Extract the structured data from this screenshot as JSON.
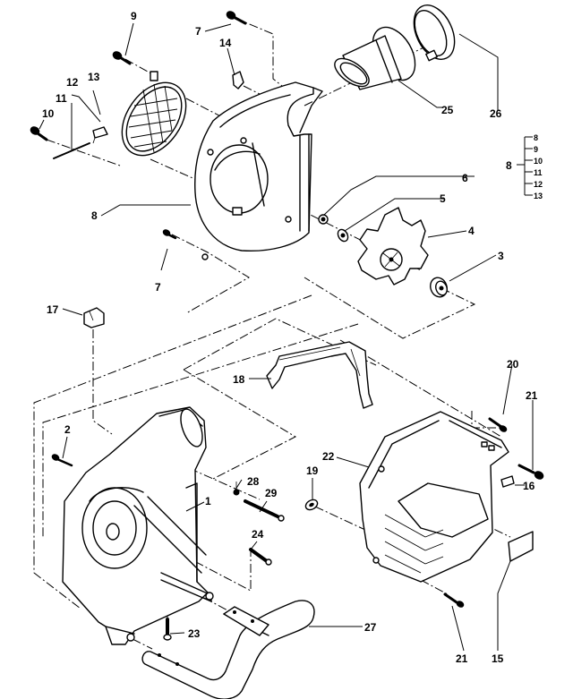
{
  "diagram": {
    "type": "exploded-parts-diagram",
    "title": "",
    "parts": [
      {
        "ref": "1",
        "label": "1"
      },
      {
        "ref": "2",
        "label": "2"
      },
      {
        "ref": "3",
        "label": "3"
      },
      {
        "ref": "4",
        "label": "4"
      },
      {
        "ref": "5",
        "label": "5"
      },
      {
        "ref": "6",
        "label": "6"
      },
      {
        "ref": "7a",
        "label": "7"
      },
      {
        "ref": "7b",
        "label": "7"
      },
      {
        "ref": "8",
        "label": "8"
      },
      {
        "ref": "9",
        "label": "9"
      },
      {
        "ref": "10",
        "label": "10"
      },
      {
        "ref": "11",
        "label": "11"
      },
      {
        "ref": "12",
        "label": "12"
      },
      {
        "ref": "13",
        "label": "13"
      },
      {
        "ref": "14",
        "label": "14"
      },
      {
        "ref": "15",
        "label": "15"
      },
      {
        "ref": "16",
        "label": "16"
      },
      {
        "ref": "17",
        "label": "17"
      },
      {
        "ref": "18",
        "label": "18"
      },
      {
        "ref": "19",
        "label": "19"
      },
      {
        "ref": "20",
        "label": "20"
      },
      {
        "ref": "21a",
        "label": "21"
      },
      {
        "ref": "21b",
        "label": "21"
      },
      {
        "ref": "22",
        "label": "22"
      },
      {
        "ref": "23",
        "label": "23"
      },
      {
        "ref": "24",
        "label": "24"
      },
      {
        "ref": "25",
        "label": "25"
      },
      {
        "ref": "26",
        "label": "26"
      },
      {
        "ref": "27",
        "label": "27"
      },
      {
        "ref": "28",
        "label": "28"
      },
      {
        "ref": "29",
        "label": "29"
      }
    ],
    "assembly_key": {
      "parent": "8",
      "children": [
        "8",
        "9",
        "10",
        "11",
        "12",
        "13"
      ]
    }
  }
}
